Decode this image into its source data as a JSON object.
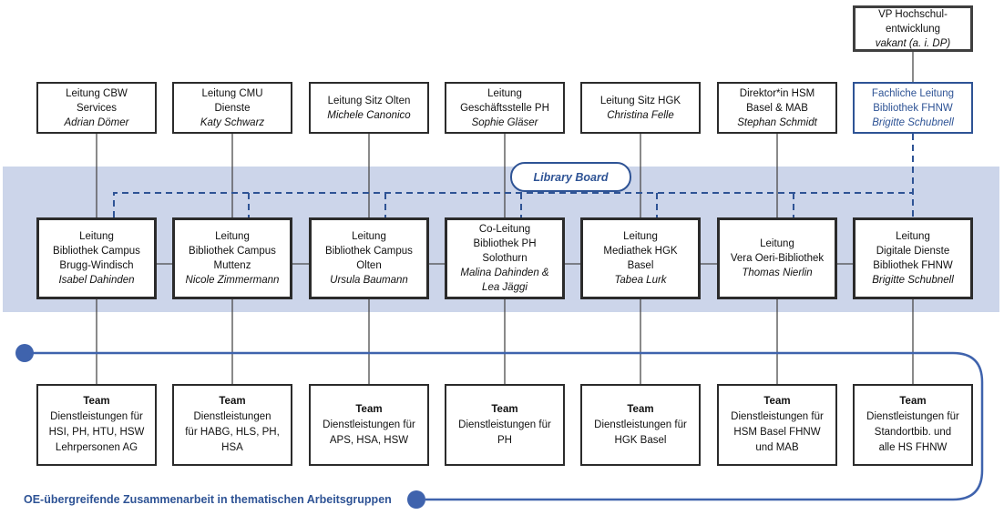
{
  "colors": {
    "accent_blue": "#2e5395",
    "bracket_blue": "#3f63ad",
    "band_background": "#ccd5ea",
    "box_border": "#2b2b2b"
  },
  "vp_box": {
    "title_lines": [
      "VP Hochschul-",
      "entwicklung"
    ],
    "name": "vakant (a. i. DP)"
  },
  "library_board": {
    "label": "Library Board"
  },
  "top_row": [
    {
      "title_lines": [
        "Leitung CBW",
        "Services"
      ],
      "name": "Adrian Dömer"
    },
    {
      "title_lines": [
        "Leitung CMU",
        "Dienste"
      ],
      "name": "Katy Schwarz"
    },
    {
      "title_lines": [
        "Leitung Sitz Olten"
      ],
      "name": "Michele Canonico"
    },
    {
      "title_lines": [
        "Leitung",
        "Geschäftsstelle PH"
      ],
      "name": "Sophie Gläser"
    },
    {
      "title_lines": [
        "Leitung Sitz HGK"
      ],
      "name": "Christina Felle"
    },
    {
      "title_lines": [
        "Direktor*in HSM",
        "Basel & MAB"
      ],
      "name": "Stephan Schmidt"
    },
    {
      "title_lines": [
        "Fachliche Leitung",
        "Bibliothek FHNW"
      ],
      "name": "Brigitte Schubnell"
    }
  ],
  "middle_row": [
    {
      "title_lines": [
        "Leitung",
        "Bibliothek Campus",
        "Brugg-Windisch"
      ],
      "name": "Isabel Dahinden"
    },
    {
      "title_lines": [
        "Leitung",
        "Bibliothek Campus",
        "Muttenz"
      ],
      "name": "Nicole Zimmermann"
    },
    {
      "title_lines": [
        "Leitung",
        "Bibliothek Campus",
        "Olten"
      ],
      "name": "Ursula Baumann"
    },
    {
      "title_lines": [
        "Co-Leitung",
        "Bibliothek PH",
        "Solothurn"
      ],
      "name": [
        "Malina Dahinden &",
        "Lea Jäggi"
      ]
    },
    {
      "title_lines": [
        "Leitung",
        "Mediathek HGK",
        "Basel"
      ],
      "name": "Tabea Lurk"
    },
    {
      "title_lines": [
        "Leitung",
        "Vera Oeri-Bibliothek"
      ],
      "name": "Thomas Nierlin"
    },
    {
      "title_lines": [
        "Leitung",
        "Digitale Dienste",
        "Bibliothek FHNW"
      ],
      "name": "Brigitte Schubnell"
    }
  ],
  "team_row": [
    {
      "label": "Team",
      "lines": [
        "Dienstleistungen für",
        "HSI, PH, HTU, HSW",
        "Lehrpersonen AG"
      ]
    },
    {
      "label": "Team",
      "lines": [
        "Dienstleistungen",
        "für HABG, HLS, PH,",
        "HSA"
      ]
    },
    {
      "label": "Team",
      "lines": [
        "Dienstleistungen für",
        "APS, HSA, HSW"
      ]
    },
    {
      "label": "Team",
      "lines": [
        "Dienstleistungen für",
        "PH"
      ]
    },
    {
      "label": "Team",
      "lines": [
        "Dienstleistungen für",
        "HGK Basel"
      ]
    },
    {
      "label": "Team",
      "lines": [
        "Dienstleistungen für",
        "HSM Basel FHNW",
        "und MAB"
      ]
    },
    {
      "label": "Team",
      "lines": [
        "Dienstleistungen für",
        "Standortbib. und",
        "alle HS FHNW"
      ]
    }
  ],
  "footer": {
    "label": "OE-übergreifende Zusammenarbeit in thematischen Arbeitsgruppen"
  }
}
